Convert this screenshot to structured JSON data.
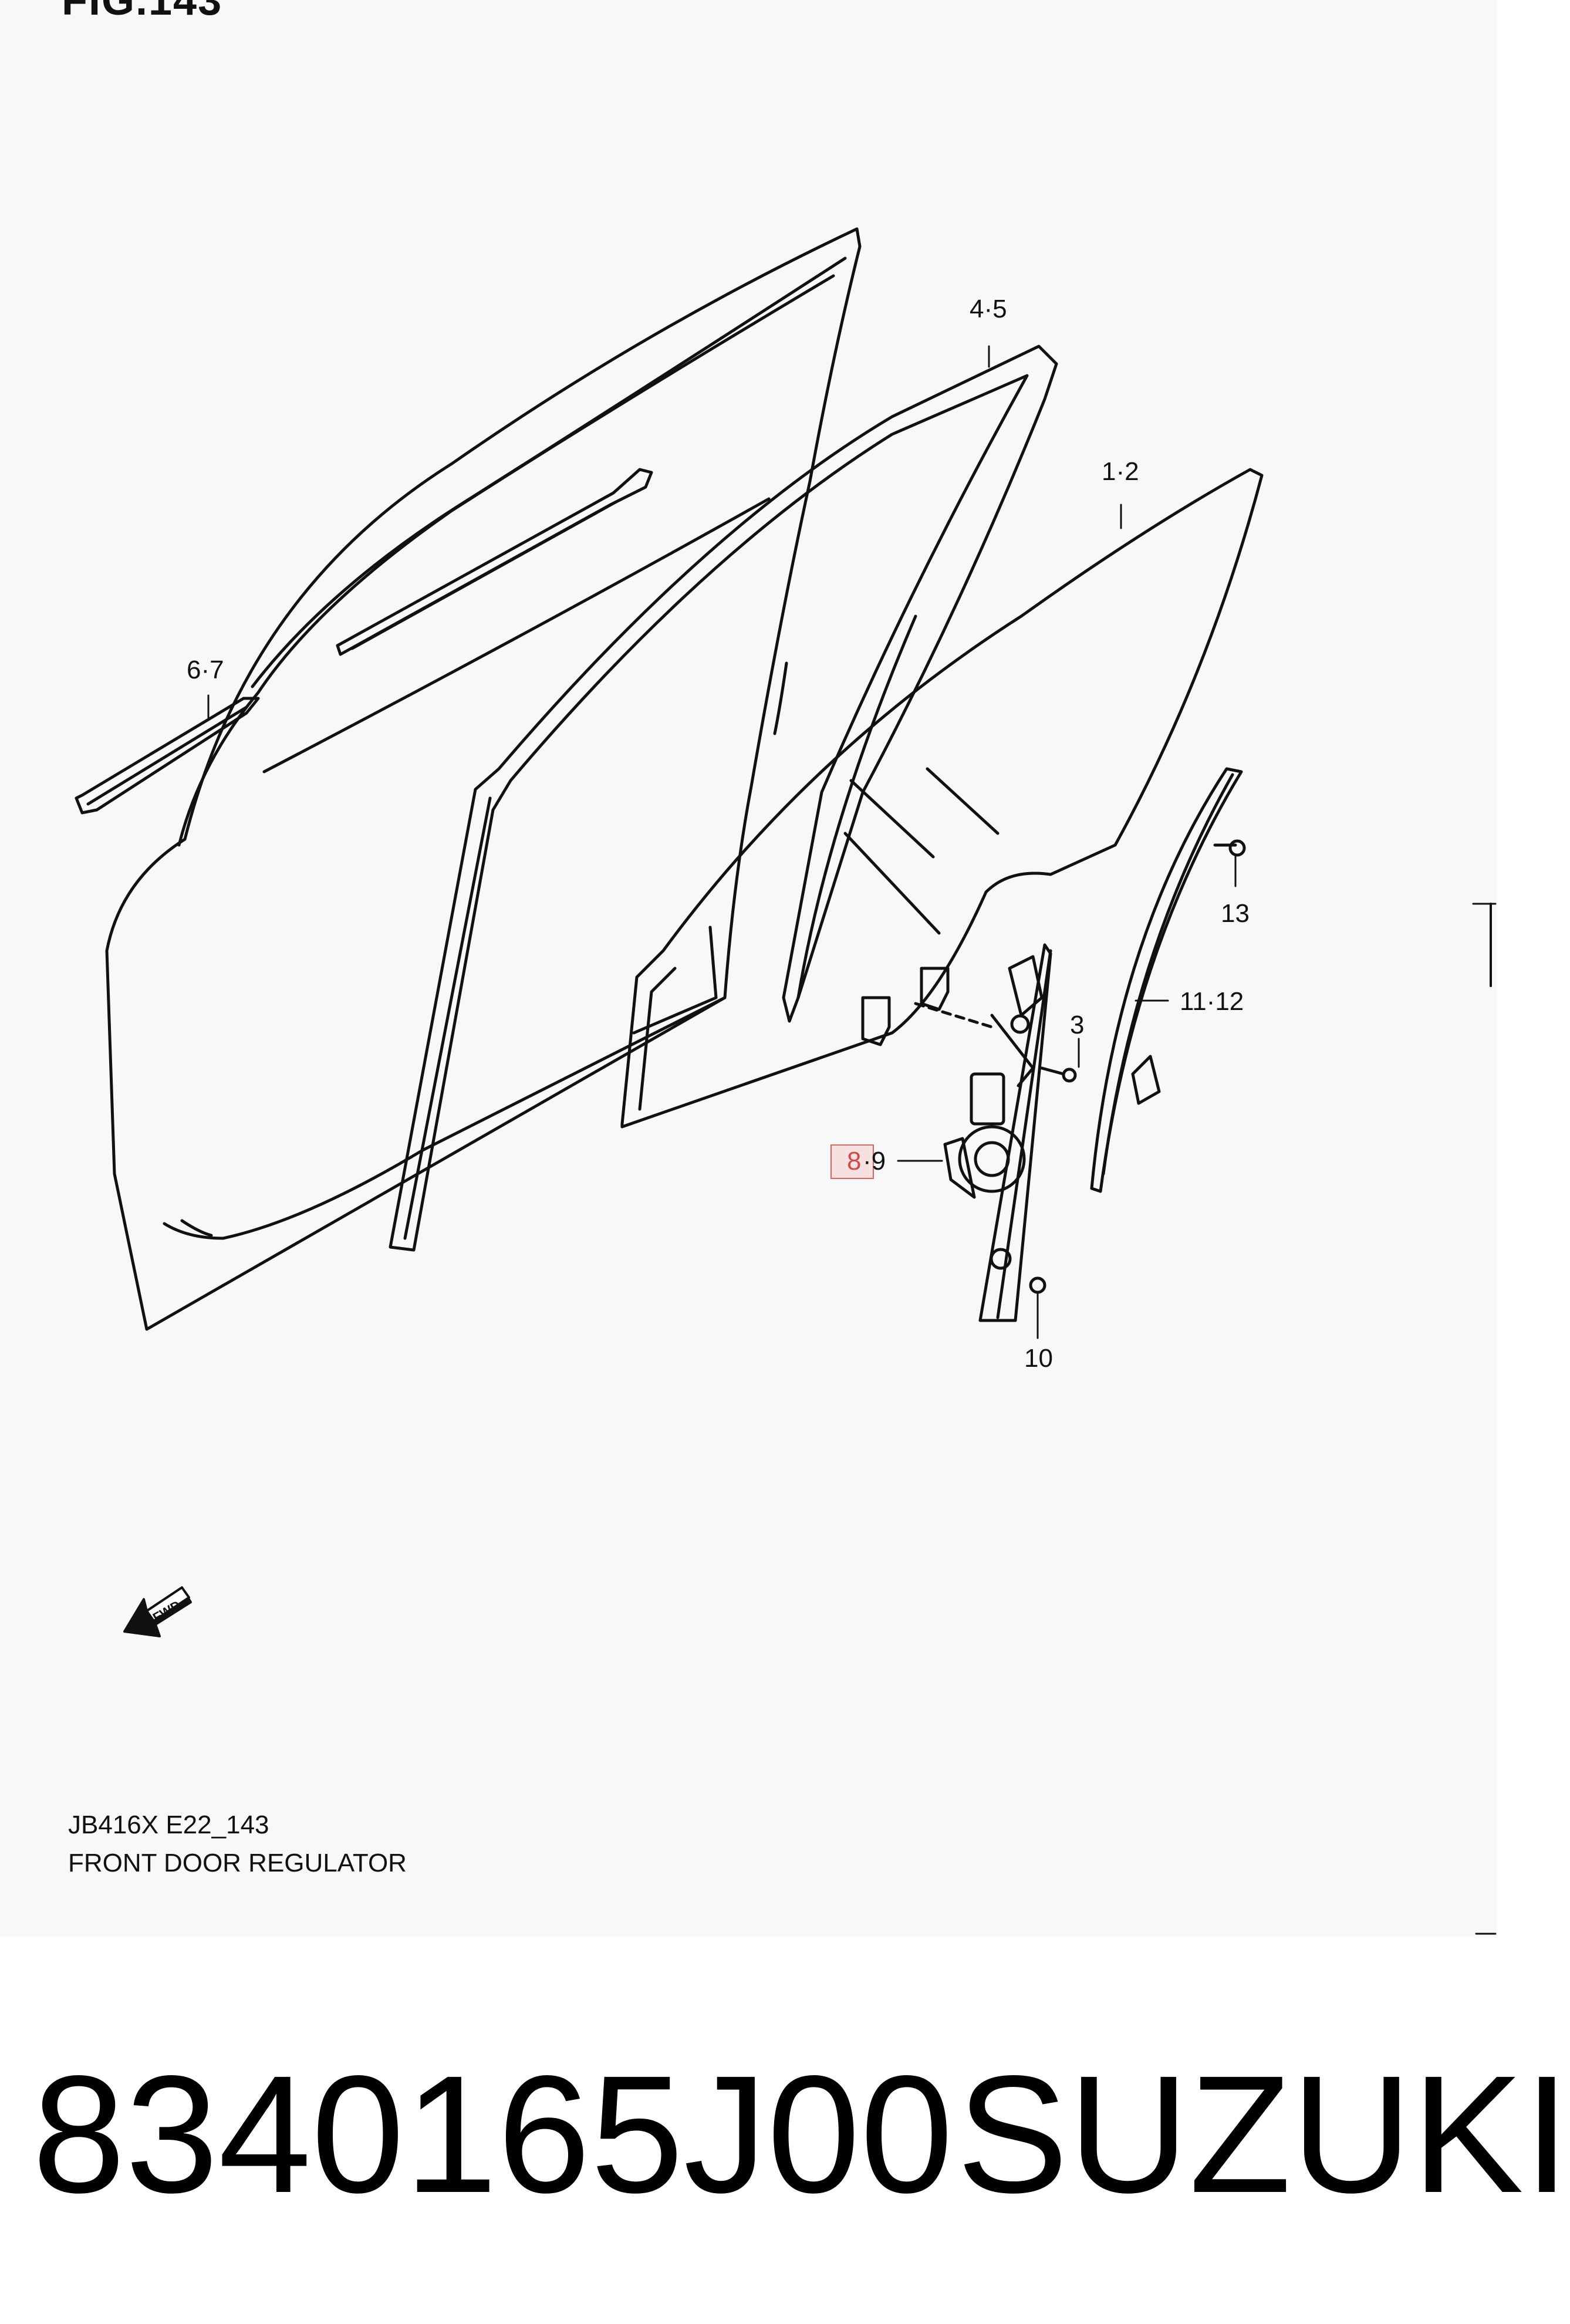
{
  "figure_title": "FIG.143",
  "callouts": {
    "c45": "4·5",
    "c12": "1·2",
    "c67": "6·7",
    "c13": "13",
    "c3": "3",
    "c1112": "11·12",
    "c8": "8",
    "c9": "·9",
    "c10": "10"
  },
  "fwd_label": "FWD",
  "caption": {
    "code": "JB416X E22_143",
    "name": "FRONT DOOR REGULATOR"
  },
  "part_number": "8340165J00",
  "brand": "SUZUKI",
  "colors": {
    "highlight": "#e56060",
    "line": "#111111",
    "panel": "#f8f8f8"
  }
}
